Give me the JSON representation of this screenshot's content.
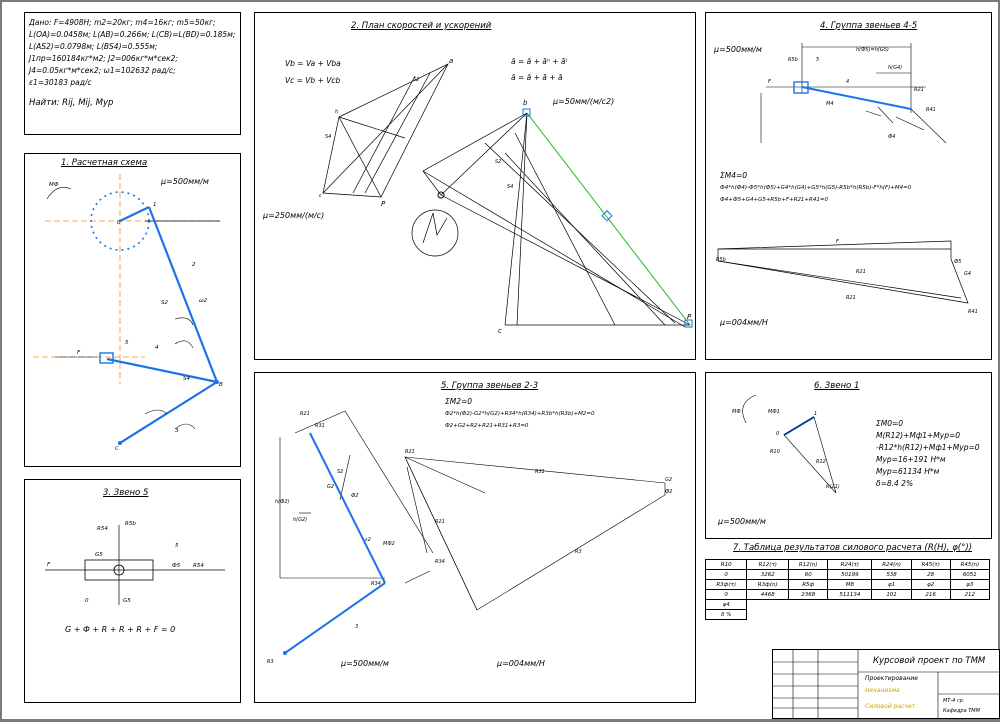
{
  "given": {
    "lines": [
      "Дано: F=4908Н; m2=20кг; m4=16кг; m5=50кг;",
      "L(OA)=0.0458м; L(AB)=0.266м; L(CB)=L(BD)=0.185м;",
      "L(AS2)=0.0798м; L(BS4)=0.555м;",
      "J1пр=160184кг*м2; J2=006кг*м*сек2;",
      "J4=0.05кг*м*сек2; ω1=102632 рад/с;",
      "ε1=30183 рад/с"
    ],
    "find": "Найти: Rij, Mij, Mур"
  },
  "panel1": {
    "title": "1. Расчетная схема",
    "scale": "μ=500мм/м"
  },
  "panel2": {
    "title": "2. План скоростей и ускорений",
    "eq1": "Vb = Va + Vba",
    "eq2": "Vc = Vb + Vcb",
    "eq3": "ā = ā + āⁿ + āᵗ",
    "eq4": "ā = ā + ā + ā",
    "scale_v": "μ=250мм/(м/с)",
    "scale_a": "μ=50мм/(м/с2)",
    "label_p": "P",
    "label_p2": "P",
    "label_c": "c",
    "label_a": "a",
    "label_b": "b"
  },
  "panel3": {
    "title": "3. Звено 5",
    "equation": "G + Ф + R + R + R + F = 0"
  },
  "panel4": {
    "title": "4. Группа звеньев 4-5",
    "scale": "μ=500мм/м",
    "scale2": "μ=004мм/Н",
    "eq0": "ΣM4=0",
    "eq1": "Ф4*h(Ф4)-Ф5*h(Ф5)+G4*h(G4)+G5*h(G5)-R5b*h(R5b)-F*h(F)+M4=0",
    "eq2": "Ф4+Ф5+G4+G5+R5b+F+R21+R41=0"
  },
  "panel5": {
    "title": "5. Группа звеньев 2-3",
    "eq0": "ΣM2=0",
    "eq1": "Ф2*h(Ф2)-G2*h(G2)+R34*h(R34)+R3b*h(R3b)+M2=0",
    "eq2": "Ф2+G2+R2+R21+R31+R3=0",
    "scale": "μ=500мм/м",
    "scale2": "μ=004мм/Н"
  },
  "panel6": {
    "title": "6. Звено 1",
    "scale": "μ=500мм/м",
    "lines": [
      "ΣM0=0",
      "M(R12)+Mф1+Mур=0",
      "-R12*h(R12)+Mф1+Mур=0",
      "Mур=16+191 Н*м",
      "Mур=61134 Н*м",
      "δ=8.4 2%"
    ]
  },
  "panel7": {
    "title": "7. Таблица результатов силового расчета (R(Н), φ(°))",
    "rows": [
      [
        "R10",
        "R12(τ)",
        "R12(n)",
        "R24(τ)",
        "R24(n)",
        "R45(τ)",
        "R45(n)"
      ],
      [
        "0",
        "3262",
        "60",
        "50199",
        "538",
        "28",
        "6051"
      ],
      [
        "R3ф(τ)",
        "R3ф(n)",
        "R5ф",
        "M8",
        "φ1",
        "φ2",
        "φ3"
      ],
      [
        "0",
        "4468",
        "2368",
        "511134",
        "101",
        "216",
        "212"
      ],
      [
        "φ4",
        "",
        "",
        "",
        "",
        "",
        ""
      ],
      [
        "δ %",
        "",
        "",
        "",
        "",
        "",
        ""
      ]
    ]
  },
  "titleblock": {
    "main": "Курсовой проект по ТММ",
    "sub1": "Проектирование",
    "sub2": "механизма",
    "sub3": "Силовой расчет",
    "group": "МТ-4 гр.",
    "org": "Кафедра ТММ"
  },
  "colors": {
    "link": "#1a73e8",
    "accent": "#ff8c1a",
    "green": "#22cc22"
  }
}
